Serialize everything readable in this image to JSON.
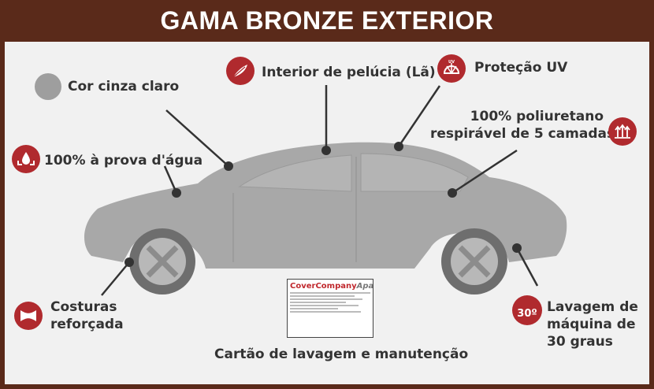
{
  "title": "GAMA BRONZE EXTERIOR",
  "features": {
    "color": "Cor cinza claro",
    "waterproof": "100% à prova d'água",
    "plush": "Interior de pelúcia (Lã)",
    "uv": "Proteção UV",
    "polyurethane_1": "100% poliuretano",
    "polyurethane_2": "respirável de 5 camadas",
    "seams_1": "Costuras",
    "seams_2": "reforçada",
    "wash_1": "Lavagem de",
    "wash_2": "máquina de",
    "wash_3": "30 graus",
    "care_card": "Cartão de lavagem e manutenção"
  },
  "icons": {
    "wash_temp": "30º",
    "uv_badge": "UV"
  },
  "card": {
    "brand_red": "CoverCompany",
    "brand_grey": "Aparcamiento"
  },
  "colors": {
    "frame": "#5a2a1a",
    "accent": "#b02a2e",
    "swatch": "#9e9e9e",
    "car": "#a8a8a8"
  }
}
